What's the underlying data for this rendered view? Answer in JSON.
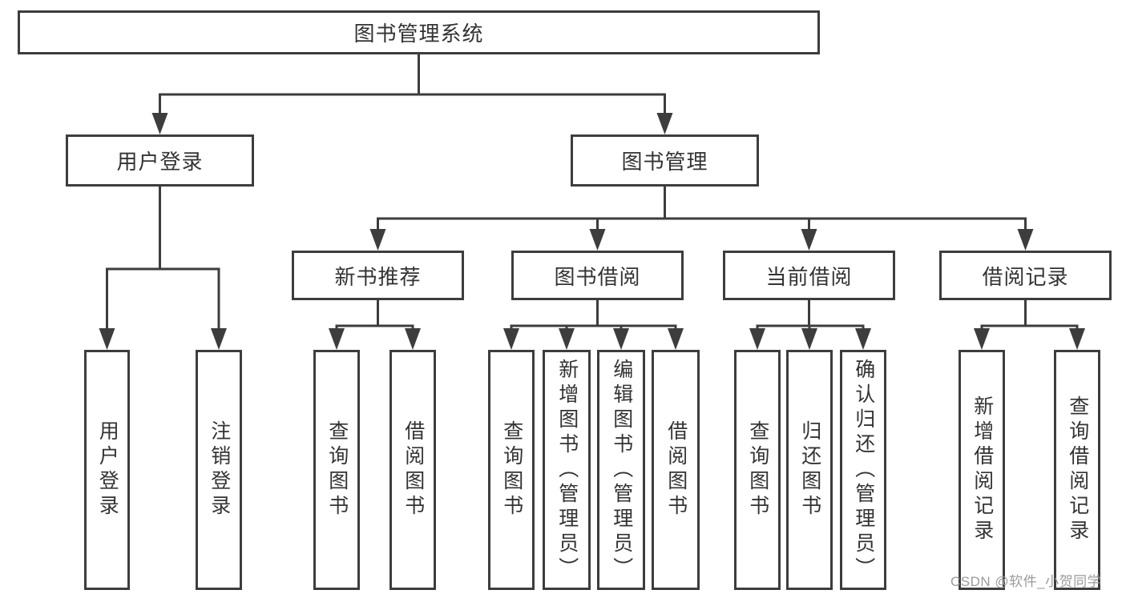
{
  "diagram_title": "图书管理系统",
  "colors": {
    "line": "#3d3d3d",
    "box_border": "#3d3d3d",
    "box_background": "#ffffff",
    "text": "#333333",
    "watermark": "#9b9b9b",
    "background": "#ffffff"
  },
  "nodes": {
    "root": {
      "label": "图书管理系统"
    },
    "user_login": {
      "label": "用户登录"
    },
    "book_mgmt": {
      "label": "图书管理"
    },
    "new_book_rec": {
      "label": "新书推荐"
    },
    "book_borrow": {
      "label": "图书借阅"
    },
    "current_borrow": {
      "label": "当前借阅"
    },
    "borrow_record": {
      "label": "借阅记录"
    },
    "leaf_user_login": {
      "label": "用户登录"
    },
    "leaf_logout": {
      "label": "注销登录"
    },
    "leaf_rec_query": {
      "label": "查询图书"
    },
    "leaf_rec_borrow": {
      "label": "借阅图书"
    },
    "leaf_bor_query": {
      "label": "查询图书"
    },
    "leaf_bor_add": {
      "label": "新增图书（管理员）"
    },
    "leaf_bor_edit": {
      "label": "编辑图书（管理员）"
    },
    "leaf_bor_borrow": {
      "label": "借阅图书"
    },
    "leaf_cur_query": {
      "label": "查询图书"
    },
    "leaf_cur_return": {
      "label": "归还图书"
    },
    "leaf_cur_confirm": {
      "label": "确认归还（管理员）"
    },
    "leaf_rcd_add": {
      "label": "新增借阅记录"
    },
    "leaf_rcd_query": {
      "label": "查询借阅记录"
    }
  },
  "hierarchy": {
    "root": [
      "user_login",
      "book_mgmt"
    ],
    "user_login": [
      "leaf_user_login",
      "leaf_logout"
    ],
    "book_mgmt": [
      "new_book_rec",
      "book_borrow",
      "current_borrow",
      "borrow_record"
    ],
    "new_book_rec": [
      "leaf_rec_query",
      "leaf_rec_borrow"
    ],
    "book_borrow": [
      "leaf_bor_query",
      "leaf_bor_add",
      "leaf_bor_edit",
      "leaf_bor_borrow"
    ],
    "current_borrow": [
      "leaf_cur_query",
      "leaf_cur_return",
      "leaf_cur_confirm"
    ],
    "borrow_record": [
      "leaf_rcd_add",
      "leaf_rcd_query"
    ]
  },
  "watermark": "CSDN @软件_小贺同学"
}
